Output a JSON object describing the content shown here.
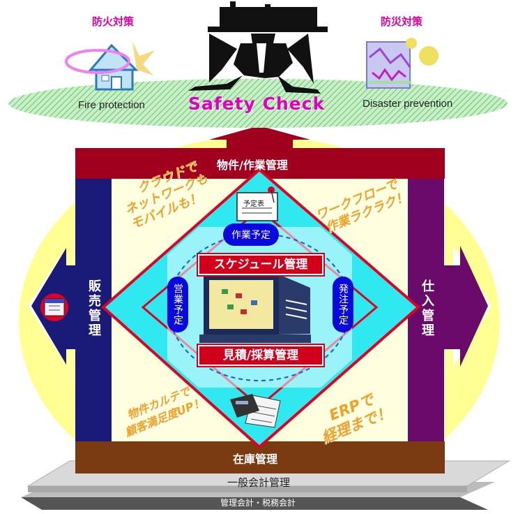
{
  "top": {
    "left_title": "防火対策",
    "left_caption": "Fire protection",
    "right_title": "防災対策",
    "right_caption": "Disaster prevention",
    "center_title": "Safety Check"
  },
  "bands": {
    "top": "物件/作業管理",
    "bottom": "在庫管理",
    "left": "販売管理",
    "right": "仕入管理"
  },
  "pills": {
    "top": "作業予定",
    "left": "営業予定",
    "right": "発注予定"
  },
  "boxes": {
    "schedule": "スケジュール管理",
    "estimate": "見積/採算管理"
  },
  "notes": {
    "top_left": [
      "クラウドで",
      "ネットワークも",
      "モバイルも！"
    ],
    "top_right": [
      "ワークフローで",
      "作業ラクラク！"
    ],
    "bottom_left": [
      "物件カルテで",
      "顧客満足度UP！"
    ],
    "bottom_right": [
      "ERPで",
      "経理まで！"
    ]
  },
  "schedule_sheet_label": "予定表",
  "base": {
    "upper": "一般会計管理",
    "lower": "管理会計・税務会計"
  },
  "colors": {
    "band_top": "#a0001e",
    "band_bottom": "#7a3a12",
    "band_left": "#1a1a78",
    "band_right": "#6a0a6a",
    "diamond": "#30e8f0",
    "pill": "#0a0adc",
    "red_box": "#d0001a",
    "orange_text": "#f5a020",
    "pink_text": "#e000a0",
    "ellipse_fill": "#ffffb0",
    "oval_green": "#a8e0a8"
  }
}
